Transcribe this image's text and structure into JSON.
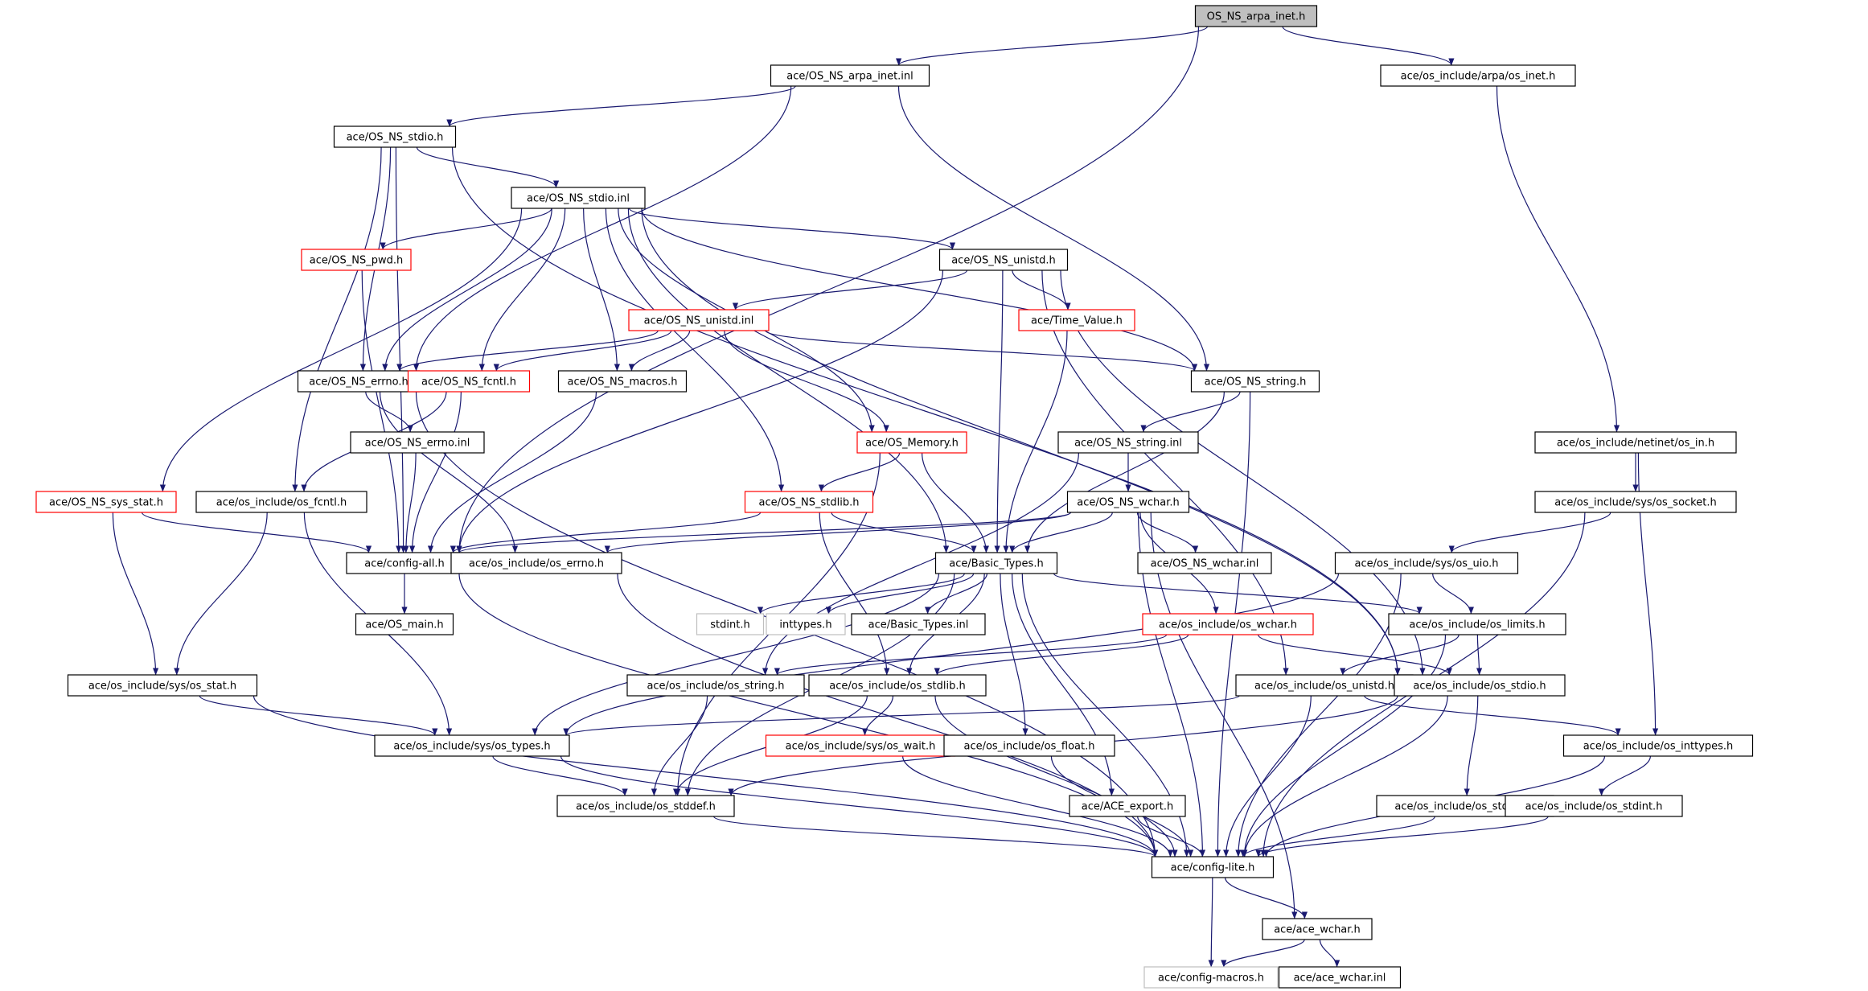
{
  "colors": {
    "edge": "#191970",
    "box_normal": "#000000",
    "box_truncated": "#ff0000",
    "box_undocumented": "#bfbfbf",
    "root_fill": "#bfbfbf"
  },
  "legend_note": "",
  "nodes": [
    {
      "id": "root",
      "label": "OS_NS_arpa_inet.h",
      "style": "root"
    },
    {
      "id": "arpa_inl",
      "label": "ace/OS_NS_arpa_inet.inl",
      "style": "normal"
    },
    {
      "id": "os_inet",
      "label": "ace/os_include/arpa/os_inet.h",
      "style": "normal"
    },
    {
      "id": "stdio_h",
      "label": "ace/OS_NS_stdio.h",
      "style": "normal"
    },
    {
      "id": "stdio_inl",
      "label": "ace/OS_NS_stdio.inl",
      "style": "normal"
    },
    {
      "id": "pwd",
      "label": "ace/OS_NS_pwd.h",
      "style": "truncated"
    },
    {
      "id": "unistd_h",
      "label": "ace/OS_NS_unistd.h",
      "style": "normal"
    },
    {
      "id": "unistd_inl",
      "label": "ace/OS_NS_unistd.inl",
      "style": "truncated"
    },
    {
      "id": "time_value",
      "label": "ace/Time_Value.h",
      "style": "truncated"
    },
    {
      "id": "errno_h",
      "label": "ace/OS_NS_errno.h",
      "style": "normal"
    },
    {
      "id": "fcntl_h",
      "label": "ace/OS_NS_fcntl.h",
      "style": "truncated"
    },
    {
      "id": "macros",
      "label": "ace/OS_NS_macros.h",
      "style": "normal"
    },
    {
      "id": "string_h",
      "label": "ace/OS_NS_string.h",
      "style": "normal"
    },
    {
      "id": "errno_inl",
      "label": "ace/OS_NS_errno.inl",
      "style": "normal"
    },
    {
      "id": "memory",
      "label": "ace/OS_Memory.h",
      "style": "truncated"
    },
    {
      "id": "string_inl",
      "label": "ace/OS_NS_string.inl",
      "style": "normal"
    },
    {
      "id": "netinet_in",
      "label": "ace/os_include/netinet/os_in.h",
      "style": "normal"
    },
    {
      "id": "sys_stat",
      "label": "ace/OS_NS_sys_stat.h",
      "style": "truncated"
    },
    {
      "id": "os_fcntl",
      "label": "ace/os_include/os_fcntl.h",
      "style": "normal"
    },
    {
      "id": "stdlib_h",
      "label": "ace/OS_NS_stdlib.h",
      "style": "truncated"
    },
    {
      "id": "wchar_h",
      "label": "ace/OS_NS_wchar.h",
      "style": "normal"
    },
    {
      "id": "os_socket",
      "label": "ace/os_include/sys/os_socket.h",
      "style": "normal"
    },
    {
      "id": "config_all",
      "label": "ace/config-all.h",
      "style": "normal"
    },
    {
      "id": "os_errno",
      "label": "ace/os_include/os_errno.h",
      "style": "normal"
    },
    {
      "id": "basic_types",
      "label": "ace/Basic_Types.h",
      "style": "normal"
    },
    {
      "id": "wchar_inl",
      "label": "ace/OS_NS_wchar.inl",
      "style": "normal"
    },
    {
      "id": "os_uio",
      "label": "ace/os_include/sys/os_uio.h",
      "style": "normal"
    },
    {
      "id": "os_main",
      "label": "ace/OS_main.h",
      "style": "normal"
    },
    {
      "id": "stdint_h",
      "label": "stdint.h",
      "style": "undocumented"
    },
    {
      "id": "inttypes_h",
      "label": "inttypes.h",
      "style": "undocumented"
    },
    {
      "id": "basic_types_inl",
      "label": "ace/Basic_Types.inl",
      "style": "normal"
    },
    {
      "id": "os_wchar",
      "label": "ace/os_include/os_wchar.h",
      "style": "truncated"
    },
    {
      "id": "os_limits",
      "label": "ace/os_include/os_limits.h",
      "style": "normal"
    },
    {
      "id": "os_sys_stat",
      "label": "ace/os_include/sys/os_stat.h",
      "style": "normal"
    },
    {
      "id": "os_string",
      "label": "ace/os_include/os_string.h",
      "style": "normal"
    },
    {
      "id": "os_stdlib",
      "label": "ace/os_include/os_stdlib.h",
      "style": "normal"
    },
    {
      "id": "os_unistd",
      "label": "ace/os_include/os_unistd.h",
      "style": "normal"
    },
    {
      "id": "os_stdio",
      "label": "ace/os_include/os_stdio.h",
      "style": "normal"
    },
    {
      "id": "os_types",
      "label": "ace/os_include/sys/os_types.h",
      "style": "normal"
    },
    {
      "id": "os_wait",
      "label": "ace/os_include/sys/os_wait.h",
      "style": "truncated"
    },
    {
      "id": "os_float",
      "label": "ace/os_include/os_float.h",
      "style": "normal"
    },
    {
      "id": "os_inttypes",
      "label": "ace/os_include/os_inttypes.h",
      "style": "normal"
    },
    {
      "id": "os_stddef",
      "label": "ace/os_include/os_stddef.h",
      "style": "normal"
    },
    {
      "id": "ace_export",
      "label": "ace/ACE_export.h",
      "style": "normal"
    },
    {
      "id": "os_stdarg",
      "label": "ace/os_include/os_stdarg.h",
      "style": "normal"
    },
    {
      "id": "os_stdint",
      "label": "ace/os_include/os_stdint.h",
      "style": "normal"
    },
    {
      "id": "config_lite",
      "label": "ace/config-lite.h",
      "style": "normal"
    },
    {
      "id": "ace_wchar",
      "label": "ace/ace_wchar.h",
      "style": "normal"
    },
    {
      "id": "config_macros",
      "label": "ace/config-macros.h",
      "style": "undocumented"
    },
    {
      "id": "ace_wchar_inl",
      "label": "ace/ace_wchar.inl",
      "style": "normal"
    }
  ],
  "edges": [
    [
      "root",
      "arpa_inl"
    ],
    [
      "root",
      "os_inet"
    ],
    [
      "root",
      "config_all"
    ],
    [
      "arpa_inl",
      "stdio_h"
    ],
    [
      "arpa_inl",
      "errno_h"
    ],
    [
      "arpa_inl",
      "string_h"
    ],
    [
      "os_inet",
      "netinet_in"
    ],
    [
      "stdio_h",
      "stdio_inl"
    ],
    [
      "stdio_h",
      "config_all"
    ],
    [
      "stdio_h",
      "os_fcntl"
    ],
    [
      "stdio_h",
      "os_stdio"
    ],
    [
      "stdio_h",
      "errno_h"
    ],
    [
      "stdio_inl",
      "pwd"
    ],
    [
      "stdio_inl",
      "unistd_h"
    ],
    [
      "stdio_inl",
      "errno_h"
    ],
    [
      "stdio_inl",
      "fcntl_h"
    ],
    [
      "stdio_inl",
      "macros"
    ],
    [
      "stdio_inl",
      "string_h"
    ],
    [
      "stdio_inl",
      "memory"
    ],
    [
      "stdio_inl",
      "stdlib_h"
    ],
    [
      "stdio_inl",
      "sys_stat"
    ],
    [
      "stdio_inl",
      "basic_types"
    ],
    [
      "stdio_inl",
      "os_stdio"
    ],
    [
      "pwd",
      "config_all"
    ],
    [
      "unistd_h",
      "unistd_inl"
    ],
    [
      "unistd_h",
      "time_value"
    ],
    [
      "unistd_h",
      "basic_types"
    ],
    [
      "unistd_h",
      "config_all"
    ],
    [
      "unistd_h",
      "os_unistd"
    ],
    [
      "unistd_h",
      "os_stdio"
    ],
    [
      "unistd_inl",
      "errno_h"
    ],
    [
      "unistd_inl",
      "fcntl_h"
    ],
    [
      "unistd_inl",
      "macros"
    ],
    [
      "unistd_inl",
      "string_h"
    ],
    [
      "unistd_inl",
      "memory"
    ],
    [
      "time_value",
      "basic_types"
    ],
    [
      "errno_h",
      "errno_inl"
    ],
    [
      "errno_h",
      "os_errno"
    ],
    [
      "errno_h",
      "config_lite"
    ],
    [
      "fcntl_h",
      "os_fcntl"
    ],
    [
      "fcntl_h",
      "config_all"
    ],
    [
      "macros",
      "config_all"
    ],
    [
      "string_h",
      "string_inl"
    ],
    [
      "string_h",
      "basic_types"
    ],
    [
      "string_h",
      "config_lite"
    ],
    [
      "errno_inl",
      "config_all"
    ],
    [
      "memory",
      "stdlib_h"
    ],
    [
      "memory",
      "basic_types"
    ],
    [
      "memory",
      "os_stddef"
    ],
    [
      "string_inl",
      "wchar_h"
    ],
    [
      "string_inl",
      "os_string"
    ],
    [
      "netinet_in",
      "os_socket"
    ],
    [
      "netinet_in",
      "os_inttypes"
    ],
    [
      "sys_stat",
      "config_all"
    ],
    [
      "sys_stat",
      "os_sys_stat"
    ],
    [
      "os_fcntl",
      "os_sys_stat"
    ],
    [
      "os_fcntl",
      "os_types"
    ],
    [
      "stdlib_h",
      "config_all"
    ],
    [
      "stdlib_h",
      "basic_types"
    ],
    [
      "stdlib_h",
      "os_stdlib"
    ],
    [
      "wchar_h",
      "config_all"
    ],
    [
      "wchar_h",
      "os_errno"
    ],
    [
      "wchar_h",
      "basic_types"
    ],
    [
      "wchar_h",
      "wchar_inl"
    ],
    [
      "wchar_h",
      "os_wchar"
    ],
    [
      "wchar_h",
      "ace_wchar"
    ],
    [
      "wchar_h",
      "config_lite"
    ],
    [
      "os_socket",
      "os_uio"
    ],
    [
      "os_socket",
      "config_lite"
    ],
    [
      "config_all",
      "os_main"
    ],
    [
      "config_all",
      "config_lite"
    ],
    [
      "os_errno",
      "config_lite"
    ],
    [
      "basic_types",
      "stdint_h"
    ],
    [
      "basic_types",
      "inttypes_h"
    ],
    [
      "basic_types",
      "basic_types_inl"
    ],
    [
      "basic_types",
      "os_limits"
    ],
    [
      "basic_types",
      "os_types"
    ],
    [
      "basic_types",
      "os_stdlib"
    ],
    [
      "basic_types",
      "os_float"
    ],
    [
      "basic_types",
      "ace_export"
    ],
    [
      "basic_types",
      "config_lite"
    ],
    [
      "basic_types",
      "os_stddef"
    ],
    [
      "os_uio",
      "os_limits"
    ],
    [
      "os_uio",
      "os_types"
    ],
    [
      "os_uio",
      "config_lite"
    ],
    [
      "os_wchar",
      "os_stdio"
    ],
    [
      "os_wchar",
      "os_stdlib"
    ],
    [
      "os_wchar",
      "os_string"
    ],
    [
      "os_limits",
      "os_stdio"
    ],
    [
      "os_limits",
      "os_unistd"
    ],
    [
      "os_limits",
      "config_lite"
    ],
    [
      "os_sys_stat",
      "os_types"
    ],
    [
      "os_sys_stat",
      "config_lite"
    ],
    [
      "os_string",
      "os_stddef"
    ],
    [
      "os_stdlib",
      "os_wait"
    ],
    [
      "os_stdlib",
      "os_stddef"
    ],
    [
      "os_stdlib",
      "config_lite"
    ],
    [
      "os_unistd",
      "os_types"
    ],
    [
      "os_unistd",
      "os_inttypes"
    ],
    [
      "os_unistd",
      "config_lite"
    ],
    [
      "os_stdio",
      "os_stdarg"
    ],
    [
      "os_stdio",
      "os_stddef"
    ],
    [
      "os_stdio",
      "config_lite"
    ],
    [
      "os_types",
      "os_stddef"
    ],
    [
      "os_types",
      "config_lite"
    ],
    [
      "os_wait",
      "config_lite"
    ],
    [
      "os_float",
      "config_lite"
    ],
    [
      "os_inttypes",
      "os_stdint"
    ],
    [
      "os_inttypes",
      "config_lite"
    ],
    [
      "os_stddef",
      "config_lite"
    ],
    [
      "ace_export",
      "config_lite"
    ],
    [
      "os_stdarg",
      "config_lite"
    ],
    [
      "os_stdint",
      "config_lite"
    ],
    [
      "config_lite",
      "ace_wchar"
    ],
    [
      "config_lite",
      "config_macros"
    ],
    [
      "ace_wchar",
      "config_macros"
    ],
    [
      "ace_wchar",
      "ace_wchar_inl"
    ]
  ]
}
